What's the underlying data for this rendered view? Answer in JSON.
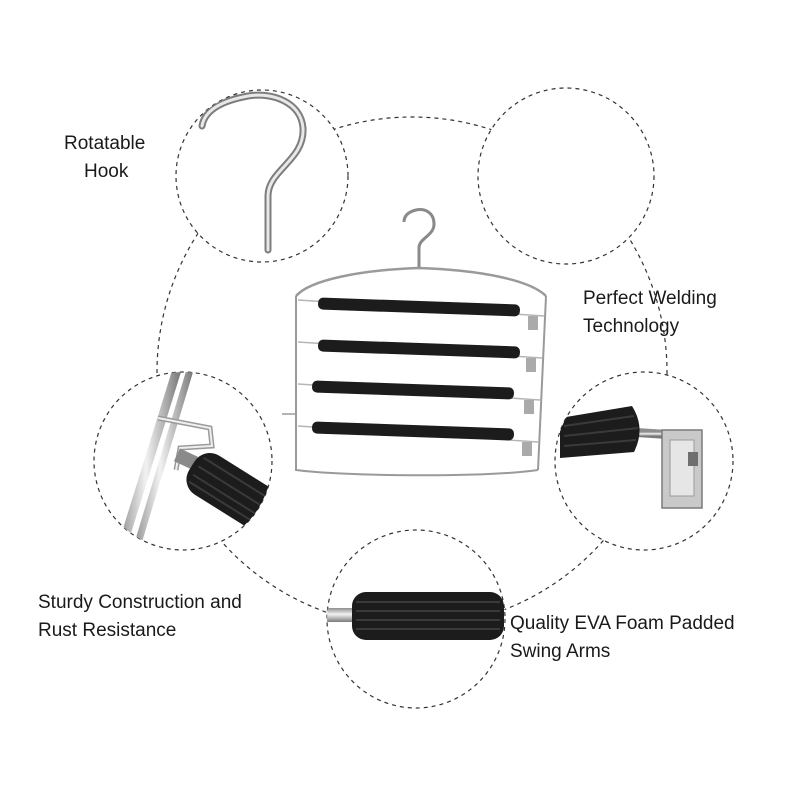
{
  "features": [
    {
      "id": "hook",
      "lines": [
        "Rotatable",
        "Hook"
      ]
    },
    {
      "id": "welding",
      "lines": [
        "Perfect Welding",
        "Technology"
      ]
    },
    {
      "id": "construction",
      "lines": [
        "Sturdy Construction and",
        "Rust Resistance"
      ]
    },
    {
      "id": "foam",
      "lines": [
        "Quality EVA Foam Padded",
        "Swing Arms"
      ]
    }
  ],
  "colors": {
    "foam": "#1c1c1c",
    "chrome": "#b5b5b5",
    "dashed_line": "#333333",
    "text": "#1a1a1a"
  }
}
